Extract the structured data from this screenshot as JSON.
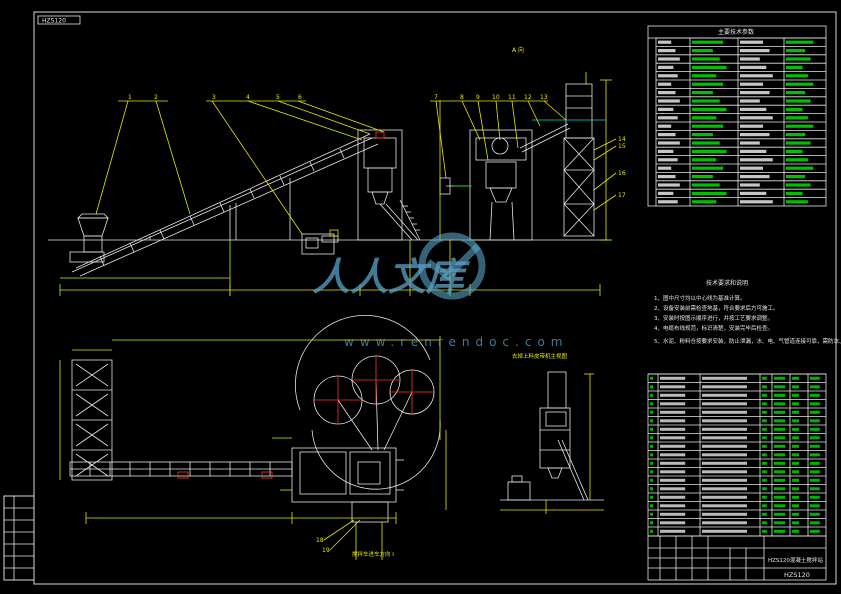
{
  "drawing_code_top": "HZS120",
  "view_a_label": "A 向",
  "right_view_label": "去掉上料皮带机主视图",
  "direction_label": "搅拌车进车方向 I",
  "tech_params_title": "主要技术参数",
  "tech_requirements_title": "技术要求和说明",
  "tech_requirements": [
    "1、图中尺寸均以中心线为基准计算。",
    "2、设备安装前需检查地基，符合要求后方可施工。",
    "3、安装时按图示顺序进行，并按工艺要求调整。",
    "4、电缆布线规范，标识清楚，安装完毕后检查。",
    "5、水泥、粉料仓按要求安装，防止泄漏，水、电、气管道连接可靠，需防冻、防潮。"
  ],
  "callouts_main": [
    "1",
    "2",
    "3",
    "4",
    "5",
    "6",
    "7",
    "8",
    "9",
    "10",
    "11",
    "12",
    "13",
    "14",
    "15",
    "16",
    "17"
  ],
  "callouts_plan": [
    "18",
    "19"
  ],
  "title_block": {
    "product_name": "HZS120混凝土搅拌站",
    "drawing_code": "HZS120"
  },
  "watermark": {
    "brand": "人人文库",
    "url": "www.renrendoc.com"
  },
  "colors": {
    "background": "#000000",
    "line_white": "#e8e8e8",
    "line_yellow": "#e8e800",
    "line_cyan": "#00d8d8",
    "line_green": "#00d800",
    "line_red": "#ff3030",
    "watermark": "#5aa3c8"
  }
}
